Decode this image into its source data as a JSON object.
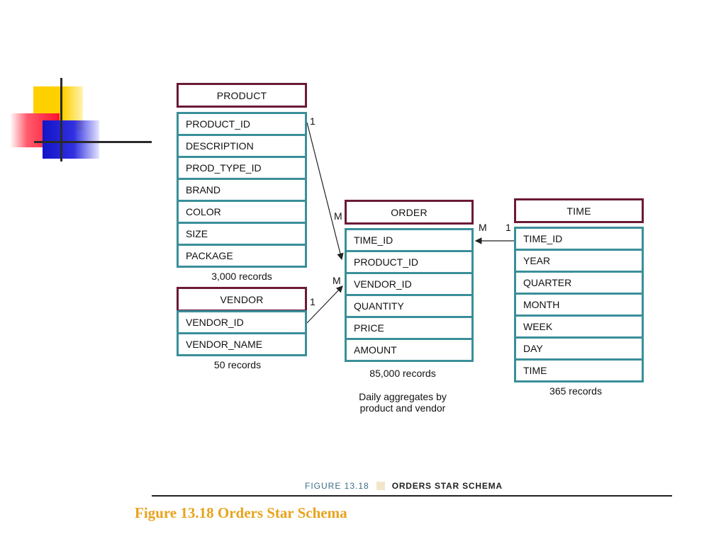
{
  "product": {
    "title": "PRODUCT",
    "fields": [
      "PRODUCT_ID",
      "DESCRIPTION",
      "PROD_TYPE_ID",
      "BRAND",
      "COLOR",
      "SIZE",
      "PACKAGE"
    ],
    "records": "3,000 records"
  },
  "vendor": {
    "title": "VENDOR",
    "fields": [
      "VENDOR_ID",
      "VENDOR_NAME"
    ],
    "records": "50 records"
  },
  "order": {
    "title": "ORDER",
    "fields": [
      "TIME_ID",
      "PRODUCT_ID",
      "VENDOR_ID",
      "QUANTITY",
      "PRICE",
      "AMOUNT"
    ],
    "records": "85,000 records",
    "note": "Daily aggregates by product and vendor"
  },
  "time": {
    "title": "TIME",
    "fields": [
      "TIME_ID",
      "YEAR",
      "QUARTER",
      "MONTH",
      "WEEK",
      "DAY",
      "TIME"
    ],
    "records": "365 records"
  },
  "cardinality": {
    "product_one": "1",
    "order_many_product": "M",
    "vendor_one": "1",
    "order_many_vendor": "M",
    "order_many_time": "M",
    "time_one": "1"
  },
  "figure": {
    "number": "FIGURE 13.18",
    "title": "ORDERS STAR SCHEMA"
  },
  "caption": "Figure 13.18  Orders Star Schema",
  "colors": {
    "header_border": "#6b1a38",
    "table_border": "#3a8f9a",
    "caption": "#e8a31c",
    "figure_number": "#3a6e86"
  }
}
